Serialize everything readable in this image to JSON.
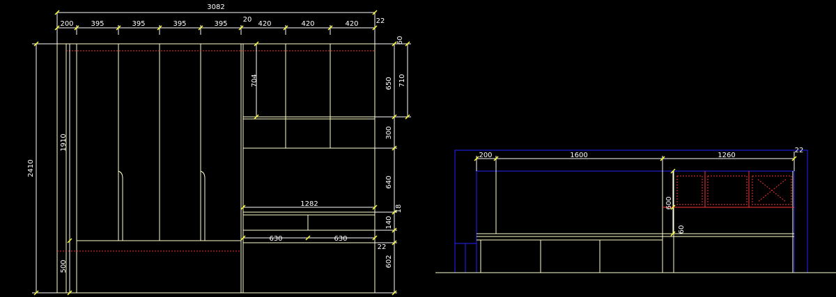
{
  "colors": {
    "background": "#000000",
    "outline": "#ffffcc",
    "dimension_line": "#ffffff",
    "dimension_text": "#ffffff",
    "tick": "#ffff33",
    "hidden_line": "#ff3333",
    "outline_blue": "#2222ff",
    "text": "#ffffff"
  },
  "elevation": {
    "top_dims": {
      "overall": "3082",
      "seg_200": "200",
      "seg_395_a": "395",
      "seg_395_b": "395",
      "seg_395_c": "395",
      "seg_395_d": "395",
      "seg_20": "20",
      "seg_420_a": "420",
      "seg_420_b": "420",
      "seg_420_c": "420",
      "seg_22": "22"
    },
    "left_dims": {
      "overall_height": "2410",
      "door_height": "1910",
      "base_height": "500"
    },
    "right_dims": {
      "top_60": "60",
      "upper_650": "650",
      "upper_710": "710",
      "mid_300": "300",
      "open_640": "640",
      "shelf_18": "18",
      "drawer_140": "140",
      "top_22": "22",
      "lower_602": "602"
    },
    "inner_dims": {
      "inner_704": "704",
      "inner_1282": "1282",
      "drawer_630_a": "630",
      "drawer_630_b": "630"
    }
  },
  "plan": {
    "top_dims": {
      "seg_200": "200",
      "seg_1600": "1600",
      "seg_1260": "1260",
      "seg_22": "22"
    },
    "side_dims": {
      "h_600": "600",
      "h_60": "60"
    }
  }
}
